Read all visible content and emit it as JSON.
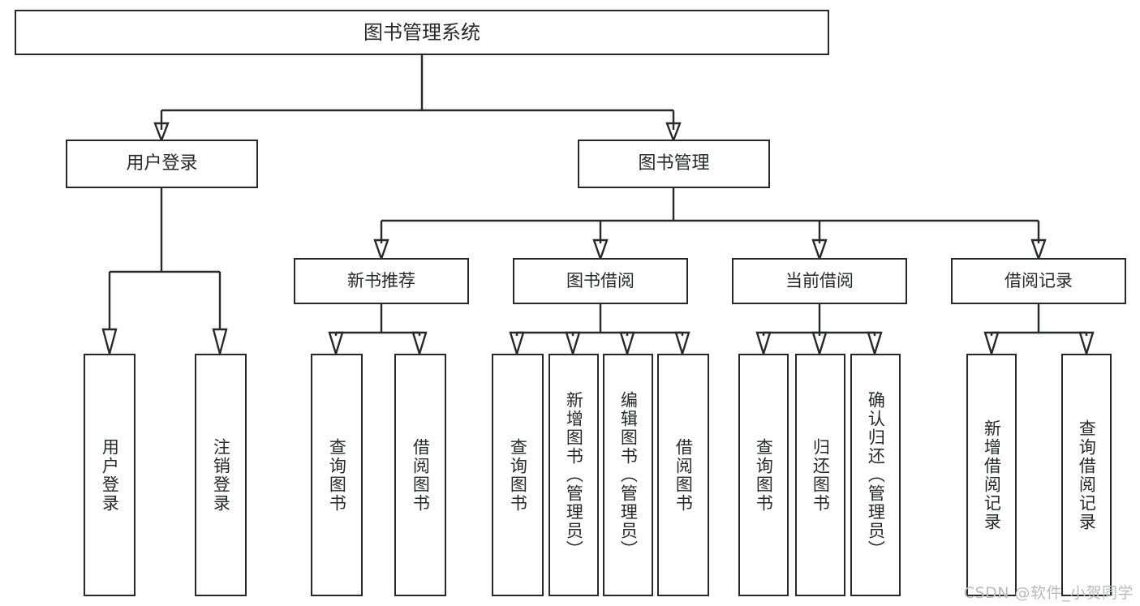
{
  "diagram": {
    "title": "图书管理系统",
    "type": "tree",
    "watermark": "CSDN @软件_小贺同学",
    "colors": {
      "box_border": "#26282b",
      "box_fill": "#ffffff",
      "text": "#26282b",
      "connector": "#26282b",
      "watermark": "#b9bbbe",
      "background": "#ffffff"
    },
    "nodes": {
      "root": "图书管理系统",
      "level1": [
        "用户登录",
        "图书管理"
      ],
      "level2": [
        "新书推荐",
        "图书借阅",
        "当前借阅",
        "借阅记录"
      ],
      "leaves": {
        "user_login": [
          "用户登录",
          "注销登录"
        ],
        "new_book_recommend": [
          "查询图书",
          "借阅图书"
        ],
        "book_borrow": [
          "查询图书",
          "新增图书（管理员）",
          "编辑图书（管理员）",
          "借阅图书"
        ],
        "current_borrow": [
          "查询图书",
          "归还图书",
          "确认归还（管理员）"
        ],
        "borrow_record": [
          "新增借阅记录",
          "查询借阅记录"
        ]
      }
    }
  }
}
